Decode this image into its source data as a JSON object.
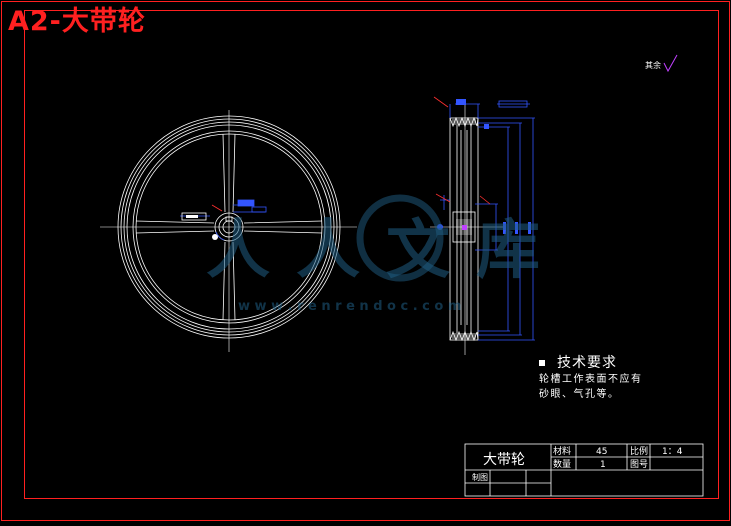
{
  "sheet_label": "A2-大带轮",
  "roughness_note": {
    "label": "其余"
  },
  "technical_requirements": {
    "heading": "技术要求",
    "lines": [
      "轮槽工作表面不应有",
      "砂眼、气孔等。"
    ]
  },
  "title_block": {
    "part_name": "大带轮",
    "material_label": "材料",
    "material_value": "45",
    "scale_label": "比例",
    "scale_value": "1：4",
    "quantity_label": "数量",
    "quantity_value": "1",
    "drawing_no_label": "图号",
    "drafter_label": "制图"
  },
  "watermark": {
    "text": "人人文库",
    "url": "w w w . r e n r e n d o c . c o m"
  },
  "colors": {
    "background": "#000000",
    "frame": "#ff2020",
    "geometry": "#ffffff",
    "dimension": "#3355ff",
    "center_line": "#ff3030",
    "roughness_mark": "#c040ff"
  }
}
